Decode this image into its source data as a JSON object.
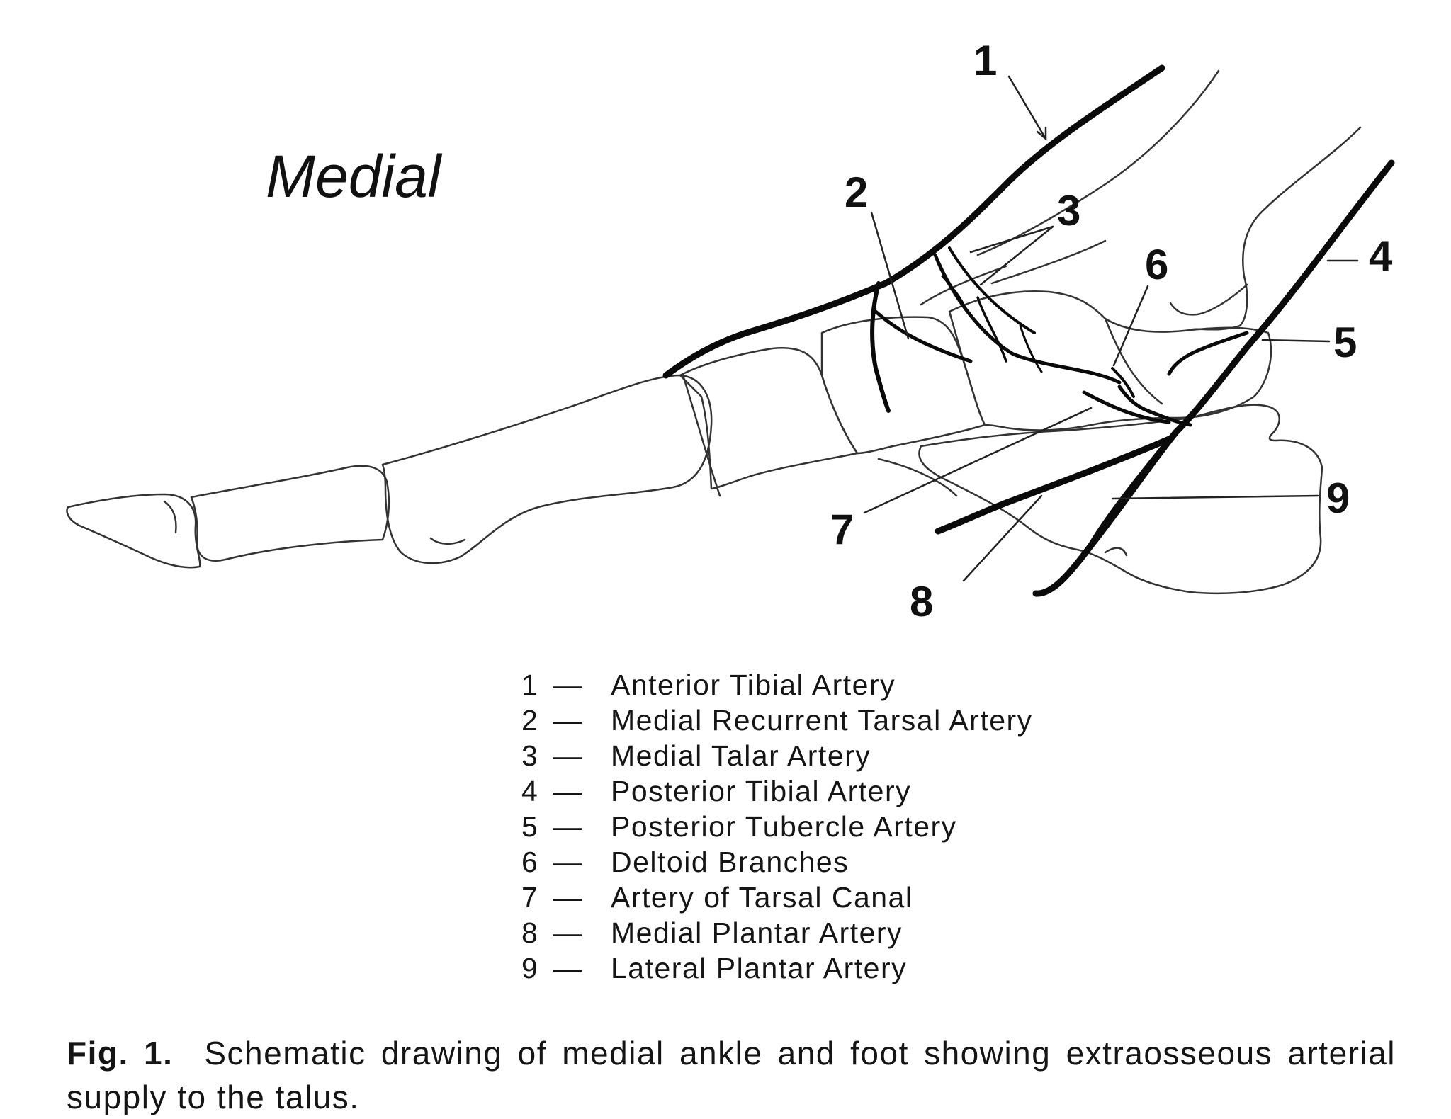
{
  "view_label": "Medial",
  "markers": [
    "1",
    "2",
    "3",
    "4",
    "5",
    "6",
    "7",
    "8",
    "9"
  ],
  "legend": [
    {
      "num": "1",
      "dash": "—",
      "text": "Anterior Tibial Artery"
    },
    {
      "num": "2",
      "dash": "—",
      "text": "Medial Recurrent Tarsal Artery"
    },
    {
      "num": "3",
      "dash": "—",
      "text": "Medial Talar Artery"
    },
    {
      "num": "4",
      "dash": "—",
      "text": "Posterior Tibial Artery"
    },
    {
      "num": "5",
      "dash": "—",
      "text": "Posterior Tubercle Artery"
    },
    {
      "num": "6",
      "dash": "—",
      "text": "Deltoid Branches"
    },
    {
      "num": "7",
      "dash": "—",
      "text": "Artery of Tarsal Canal"
    },
    {
      "num": "8",
      "dash": "—",
      "text": "Medial Plantar Artery"
    },
    {
      "num": "9",
      "dash": "—",
      "text": "Lateral Plantar Artery"
    }
  ],
  "caption": {
    "label": "Fig. 1.",
    "text": "Schematic drawing of medial ankle and foot showing extraosseous arterial supply to the talus."
  },
  "colors": {
    "artery": "#0a0a0a",
    "bone_outline": "#333333",
    "background": "#ffffff"
  }
}
